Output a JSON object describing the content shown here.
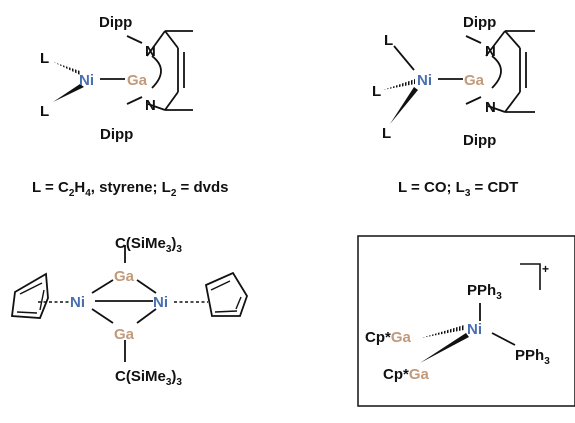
{
  "colors": {
    "ni": "#4a6fb0",
    "ga": "#c29a7a",
    "ink": "#111111"
  },
  "s1": {
    "dipp_top": "Dipp",
    "dipp_bot": "Dipp",
    "n_top": "N",
    "n_bot": "N",
    "ga": "Ga",
    "ni": "Ni",
    "l1": "L",
    "l2": "L"
  },
  "s2": {
    "dipp_top": "Dipp",
    "dipp_bot": "Dipp",
    "n_top": "N",
    "n_bot": "N",
    "ga": "Ga",
    "ni": "Ni",
    "l1": "L",
    "l2": "L",
    "l3": "L"
  },
  "caption1": {
    "a": "L = C",
    "a_sub": "2",
    "b": "H",
    "b_sub": "4",
    "c": ", styrene; L",
    "c_sub": "2",
    "d": " = dvds"
  },
  "caption2": {
    "a": "L = CO; L",
    "a_sub": "3",
    "b": " = CDT"
  },
  "s3": {
    "top": {
      "a": "C(SiMe",
      "sub": "3",
      "b": ")",
      "sub2": "3"
    },
    "bot": {
      "a": "C(SiMe",
      "sub": "3",
      "b": ")",
      "sub2": "3"
    },
    "ga_top": "Ga",
    "ga_bot": "Ga",
    "ni_left": "Ni",
    "ni_right": "Ni"
  },
  "s4": {
    "ni": "Ni",
    "charge": "+",
    "pph3_top": {
      "a": "PPh",
      "sub": "3"
    },
    "pph3_right": {
      "a": "PPh",
      "sub": "3"
    },
    "cp1": {
      "cp": "Cp*",
      "ga": "Ga"
    },
    "cp2": {
      "cp": "Cp*",
      "ga": "Ga"
    }
  }
}
